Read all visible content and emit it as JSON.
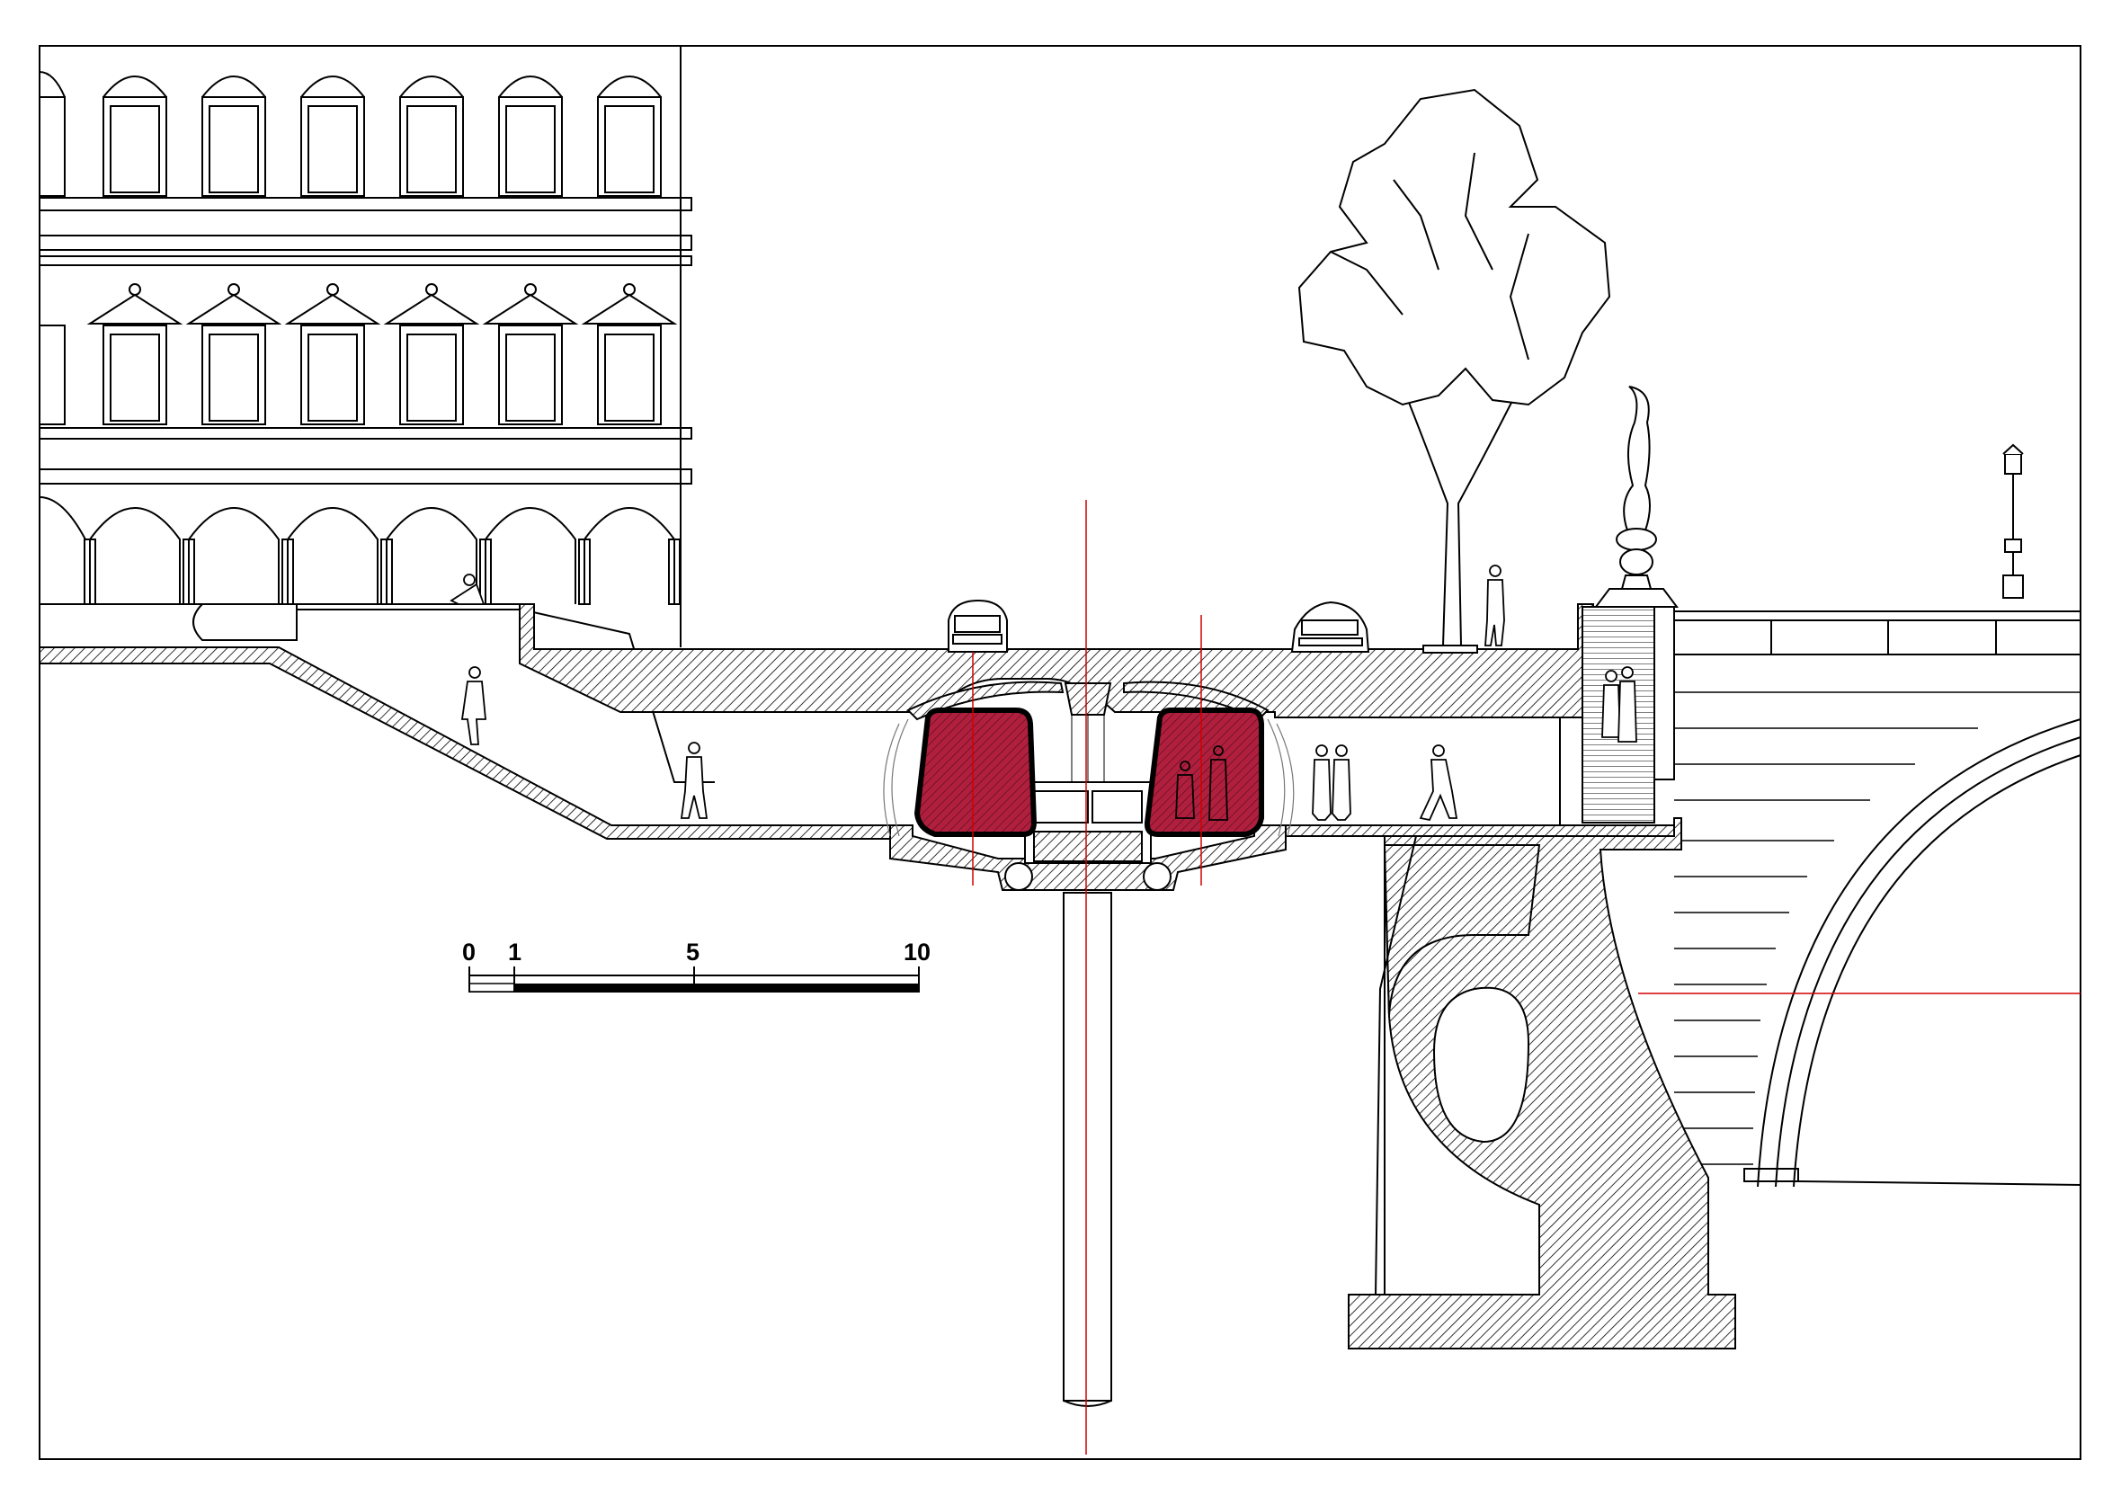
{
  "scale_bar": {
    "labels": [
      "0",
      "1",
      "5",
      "10"
    ],
    "ticks": [
      0,
      1,
      5,
      10
    ],
    "max": 10
  },
  "colors": {
    "line": "#000000",
    "section_cut": "#000000",
    "axis_line": "#d00000",
    "cabin_fill": "#b0203e",
    "paper": "#ffffff"
  },
  "icons": {
    "facade": "palazzo-facade-icon",
    "tree": "tree-icon",
    "statue": "statue-icon",
    "lamp": "street-lamp-icon",
    "car": "car-icon",
    "person": "person-icon",
    "cabin": "people-mover-cabin-icon"
  }
}
